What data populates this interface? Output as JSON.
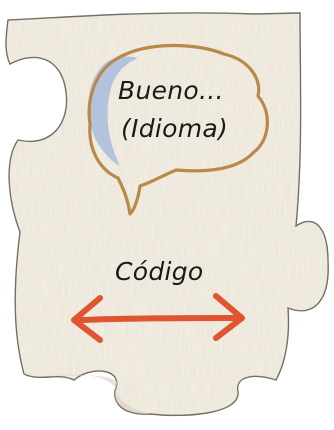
{
  "bubble": {
    "line1": "Bueno...",
    "line2": "(Idioma)"
  },
  "code_label": "Código",
  "colors": {
    "piece_fill": "#f6f1e6",
    "piece_shadow": "#d9cfbf",
    "piece_outline": "#6f6a61",
    "bubble_outline": "#b9894a",
    "bubble_shade": "#9fb6de",
    "arrow": "#e0542f",
    "text": "#1a1a1a"
  },
  "icons": {
    "speech_bubble": "speech-bubble-icon",
    "arrow": "double-headed-arrow-icon",
    "puzzle_piece": "puzzle-piece-icon"
  }
}
